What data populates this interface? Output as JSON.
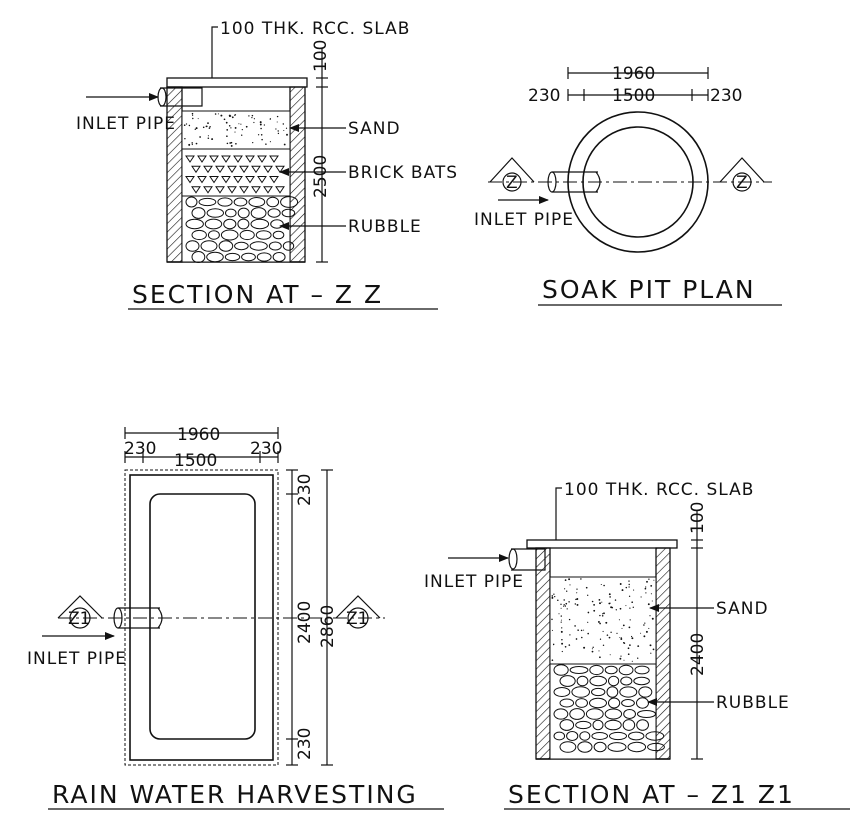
{
  "section_zz": {
    "title": "SECTION AT  –  Z Z",
    "slab_label": "100 THK. RCC. SLAB",
    "inlet_label": "INLET PIPE",
    "sand_label": "SAND",
    "brick_label": "BRICK BATS",
    "rubble_label": "RUBBLE",
    "dim_slab": "100",
    "dim_depth": "2500"
  },
  "soak_pit_plan": {
    "title": "SOAK PIT PLAN",
    "dim_overall": "1960",
    "dim_wall_left": "230",
    "dim_inner": "1500",
    "dim_wall_right": "230",
    "inlet_label": "INLET PIPE",
    "marker_left": "Z",
    "marker_right": "Z"
  },
  "rain_water_harvesting": {
    "title": "RAIN WATER HARVESTING",
    "dim_overall": "1960",
    "dim_wall_left": "230",
    "dim_inner": "1500",
    "dim_wall_right": "230",
    "dim_top_wall": "230",
    "dim_inner_length": "2400",
    "dim_overall_length": "2860",
    "dim_bottom_wall": "230",
    "inlet_label": "INLET PIPE",
    "marker_left": "Z1",
    "marker_right": "Z1"
  },
  "section_z1z1": {
    "title": "SECTION AT  –  Z1  Z1",
    "slab_label": "100 THK. RCC. SLAB",
    "inlet_label": "INLET PIPE",
    "sand_label": "SAND",
    "rubble_label": "RUBBLE",
    "dim_slab": "100",
    "dim_depth": "2400"
  }
}
